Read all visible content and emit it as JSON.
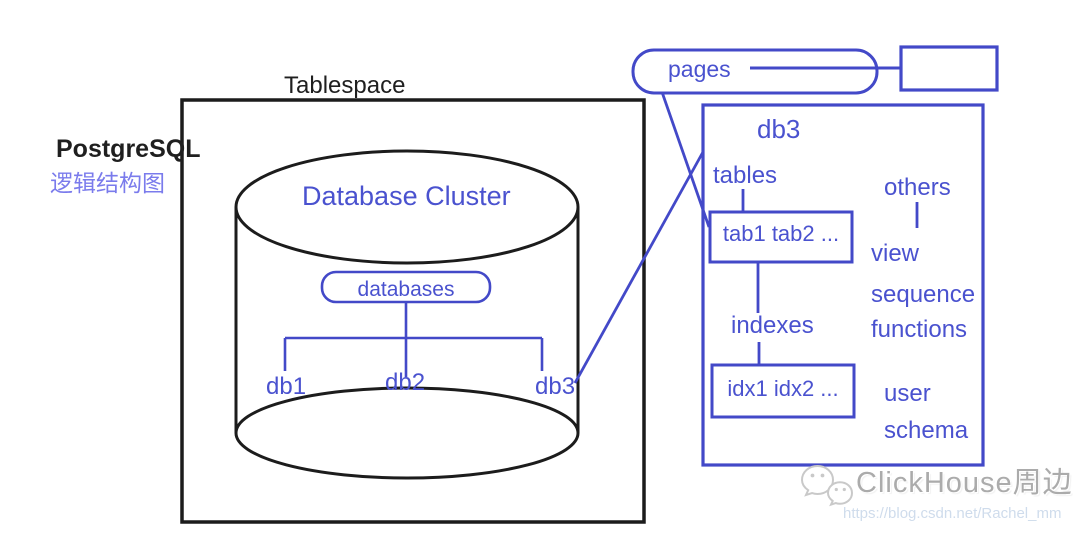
{
  "colors": {
    "diagram_blue": "#4349c8",
    "text_blue": "#4a52cf",
    "line_black": "#1c1c1c",
    "subtitle_purple": "#7a7bec",
    "watermark_gray": "#ababab",
    "watermark_url_blue": "#cfdcec"
  },
  "left_panel": {
    "title": "PostgreSQL",
    "subtitle": "逻辑结构图"
  },
  "tablespace": {
    "label": "Tablespace"
  },
  "cluster": {
    "label": "Database Cluster",
    "databases_label": "databases",
    "db_nodes": [
      "db1",
      "db2",
      "db3"
    ]
  },
  "pages": {
    "label": "pages"
  },
  "db3_box": {
    "title": "db3",
    "tables_label": "tables",
    "tab_box_label": "tab1 tab2 ...",
    "indexes_label": "indexes",
    "idx_box_label": "idx1 idx2 ...",
    "others_label": "others",
    "others_items": [
      "view",
      "sequence",
      "functions"
    ],
    "user_items": [
      "user",
      "schema"
    ]
  },
  "watermark": {
    "brand": "ClickHouse周边",
    "url": "https://blog.csdn.net/Rachel_mm"
  }
}
